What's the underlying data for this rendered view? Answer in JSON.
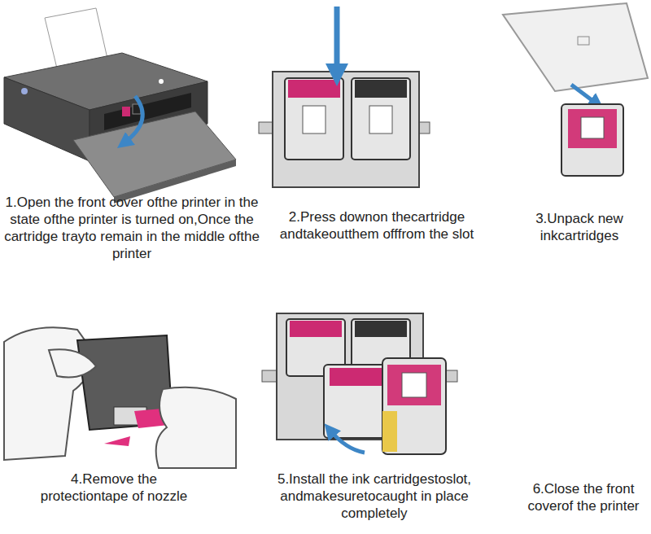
{
  "diagram": {
    "labels": [
      "1.Open the front cover ofthe printer in the state ofthe printer is turned on,Once the cartridge trayto remain in the middle ofthe printer",
      "2.Press downon thecartridge andtakeoutthem offfrom the slot",
      "3.Unpack new inkcartridges",
      "4.Remove the protectiontape of nozzle",
      "5.Install the ink cartridgestoslot, andmakesuretocaught in place completely",
      "6.Close the front coverof the printer"
    ]
  }
}
